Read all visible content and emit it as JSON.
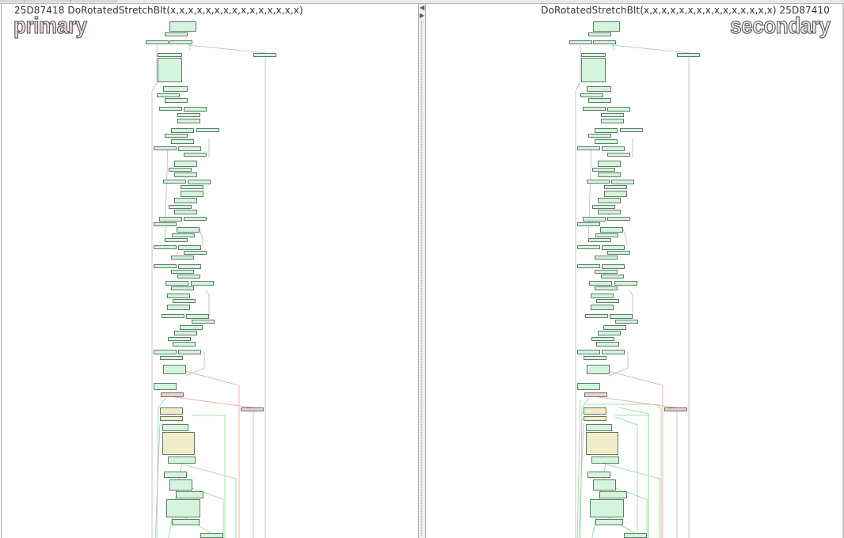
{
  "window": {
    "tabs_visible": true
  },
  "primary": {
    "label": "primary",
    "title": "25D87418 DoRotatedStretchBlt(x,x,x,x,x,x,x,x,x,x,x,x,x,x,x)",
    "label_color": "#f4d6d6"
  },
  "secondary": {
    "label": "secondary",
    "title": "DoRotatedStretchBlt(x,x,x,x,x,x,x,x,x,x,x,x,x,x,x) 25D87410",
    "label_color": "#ececec"
  },
  "colors": {
    "basic_block": "#d4f5dc",
    "block_border": "#3c5a48",
    "unmatched_block": "#f0cccc",
    "changed_block": "#f0ecc8",
    "edge_green": "#8fd49f",
    "edge_red": "#e3a3a3",
    "edge_gray": "#b8b8b8"
  }
}
